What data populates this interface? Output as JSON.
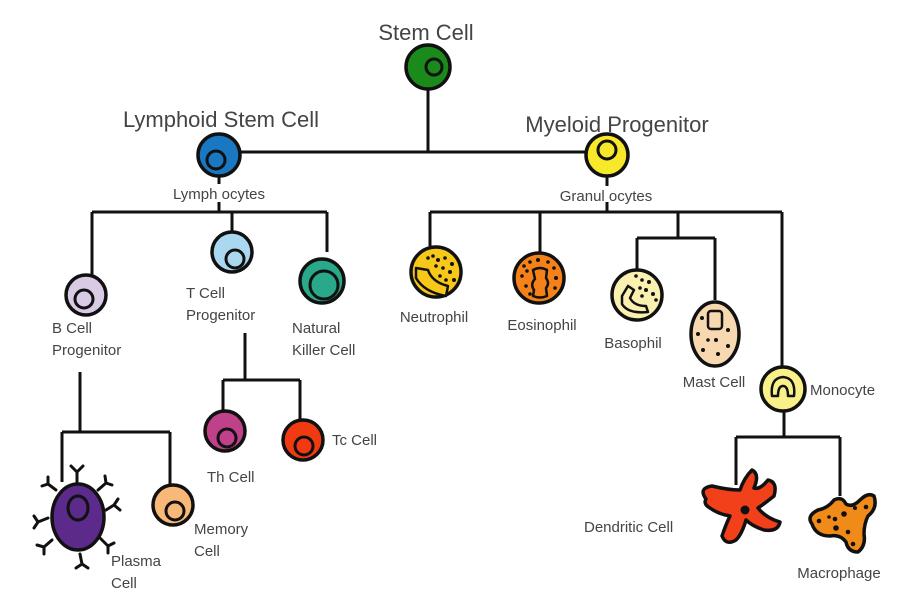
{
  "diagram": {
    "title": "Blood cell lineage (hematopoiesis)",
    "nodes": {
      "stem_cell": {
        "label": "Stem Cell",
        "color": "#1a8a1a"
      },
      "lymphoid_stem_cell": {
        "label": "Lymphoid Stem Cell",
        "sublabel": "Lymph ocytes",
        "color": "#1a78c2"
      },
      "myeloid_progenitor": {
        "label": "Myeloid Progenitor",
        "sublabel": "Granul ocytes",
        "color": "#f7e82a"
      },
      "b_cell_progenitor": {
        "label_line1": "B Cell",
        "label_line2": "Progenitor",
        "color": "#d9cbe6"
      },
      "t_cell_progenitor": {
        "label_line1": "T Cell",
        "label_line2": "Progenitor",
        "color": "#a9d8f0"
      },
      "natural_killer_cell": {
        "label_line1": "Natural",
        "label_line2": "Killer Cell",
        "color": "#2aa88a"
      },
      "th_cell": {
        "label": "Th Cell",
        "color": "#c0408a"
      },
      "tc_cell": {
        "label": "Tc Cell",
        "color": "#f23a12"
      },
      "plasma_cell": {
        "label_line1": "Plasma",
        "label_line2": "Cell",
        "color": "#5c2a8a"
      },
      "memory_cell": {
        "label_line1": "Memory",
        "label_line2": "Cell",
        "color": "#f8b878"
      },
      "neutrophil": {
        "label": "Neutrophil",
        "color": "#f8c818"
      },
      "eosinophil": {
        "label": "Eosinophil",
        "color": "#f48218"
      },
      "basophil": {
        "label": "Basophil",
        "color": "#faf0b0"
      },
      "mast_cell": {
        "label": "Mast Cell",
        "color": "#f8d8b0"
      },
      "monocyte": {
        "label": "Monocyte",
        "color": "#faf08a"
      },
      "dendritic_cell": {
        "label": "Dendritic Cell",
        "color": "#f2401a"
      },
      "macrophage": {
        "label": "Macrophage",
        "color": "#f08a18"
      }
    }
  }
}
